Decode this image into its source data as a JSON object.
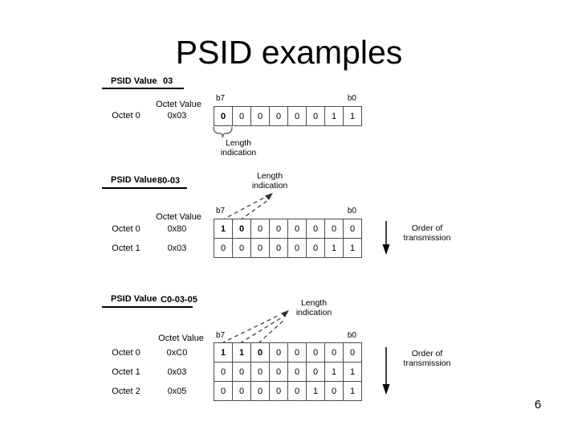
{
  "slide": {
    "title": "PSID examples",
    "page_number": "6",
    "background_color": "#ffffff",
    "text_color": "#000000",
    "line_color": "#4d4d4d"
  },
  "labels": {
    "psid_value": "PSID Value",
    "octet_value": "Octet Value",
    "bit_high": "b7",
    "bit_low": "b0",
    "length_line1": "Length",
    "length_line2": "indication",
    "order_line1": "Order of",
    "order_line2": "transmission"
  },
  "examples": [
    {
      "psid_value": "03",
      "length_bits": 1,
      "octets": [
        {
          "label": "Octet 0",
          "value": "0x03",
          "bits": [
            "0",
            "0",
            "0",
            "0",
            "0",
            "0",
            "1",
            "1"
          ]
        }
      ]
    },
    {
      "psid_value": "80-03",
      "length_bits": 2,
      "octets": [
        {
          "label": "Octet 0",
          "value": "0x80",
          "bits": [
            "1",
            "0",
            "0",
            "0",
            "0",
            "0",
            "0",
            "0"
          ]
        },
        {
          "label": "Octet 1",
          "value": "0x03",
          "bits": [
            "0",
            "0",
            "0",
            "0",
            "0",
            "0",
            "1",
            "1"
          ]
        }
      ]
    },
    {
      "psid_value": "C0-03-05",
      "length_bits": 3,
      "octets": [
        {
          "label": "Octet 0",
          "value": "0xC0",
          "bits": [
            "1",
            "1",
            "0",
            "0",
            "0",
            "0",
            "0",
            "0"
          ]
        },
        {
          "label": "Octet 1",
          "value": "0x03",
          "bits": [
            "0",
            "0",
            "0",
            "0",
            "0",
            "0",
            "1",
            "1"
          ]
        },
        {
          "label": "Octet 2",
          "value": "0x05",
          "bits": [
            "0",
            "0",
            "0",
            "0",
            "0",
            "1",
            "0",
            "1"
          ]
        }
      ]
    }
  ]
}
